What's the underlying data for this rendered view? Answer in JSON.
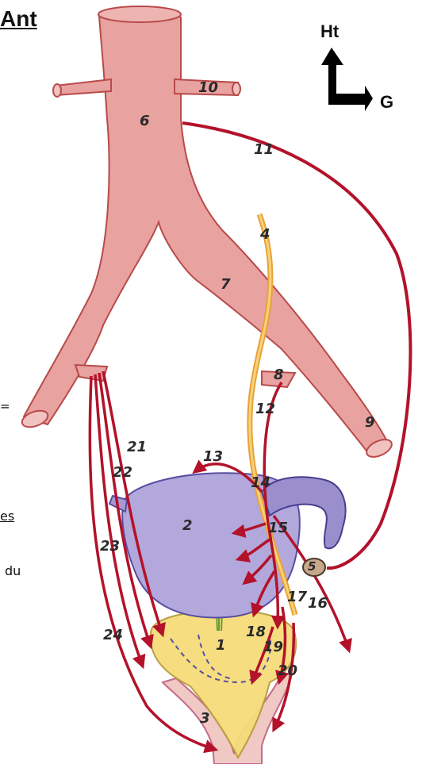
{
  "title": "Ant",
  "compass": {
    "up": "Ht",
    "right": "G"
  },
  "left_fragments": {
    "eq": "=",
    "es": "es",
    "du": "du"
  },
  "labels": {
    "l1": "1",
    "l2": "2",
    "l3": "3",
    "l4": "4",
    "l5": "5",
    "l6": "6",
    "l7": "7",
    "l8": "8",
    "l9": "9",
    "l10": "10",
    "l11": "11",
    "l12": "12",
    "l13": "13",
    "l14": "14",
    "l15": "15",
    "l16": "16",
    "l17": "17",
    "l18": "18",
    "l19": "19",
    "l20": "20",
    "l21": "21",
    "l22": "22",
    "l23": "23",
    "l24": "24"
  },
  "colors": {
    "artery_fill": "#e8a2a0",
    "artery_stroke": "#b84a4a",
    "vessel_red": "#b3122a",
    "bladder_fill": "#b3a8dc",
    "bladder_stroke": "#5a4ea0",
    "prostate_fill": "#f5dc7a",
    "ureter": "#e8a23a",
    "urethra_fill": "#f0c8c4"
  }
}
